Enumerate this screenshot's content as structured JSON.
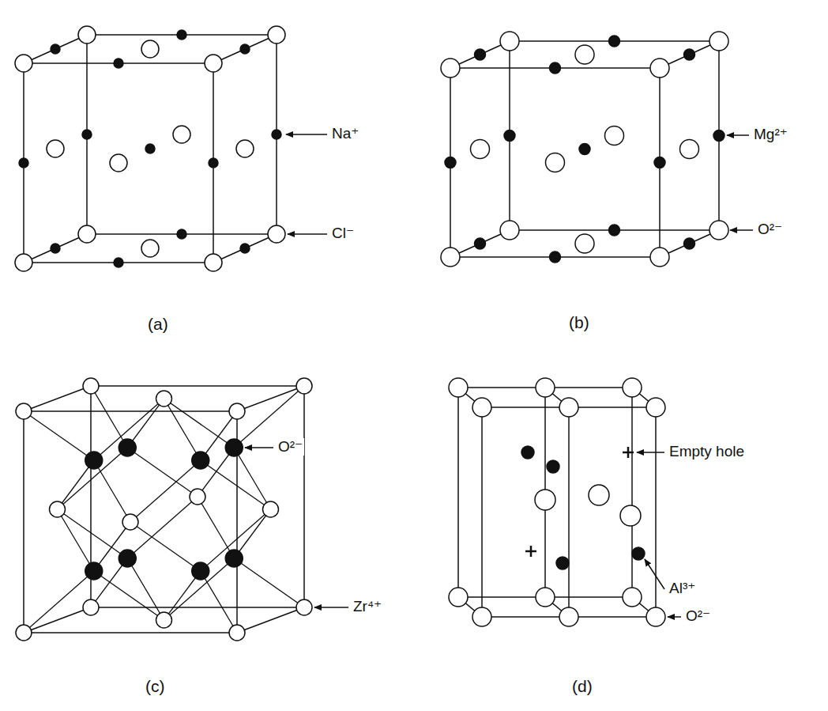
{
  "diagram": {
    "labels": [
      "(a)",
      "Na⁺",
      "Cl⁻",
      "(b)",
      "Mg²⁺",
      "O²⁻",
      "(c)",
      "O²⁻",
      "Zr⁴⁺",
      "(d)",
      "Empty hole",
      "Al³⁺",
      "O²⁻"
    ]
  }
}
